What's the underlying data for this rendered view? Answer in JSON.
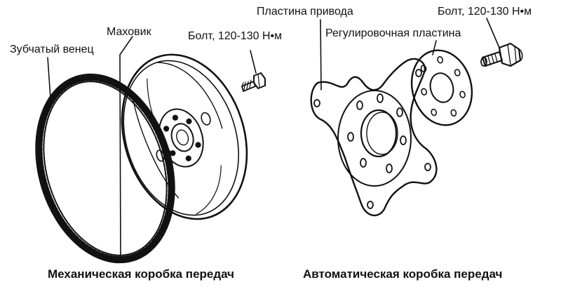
{
  "labels": {
    "ring_gear": "Зубчатый венец",
    "flywheel": "Маховик",
    "bolt_left": "Болт, 120-130 Н•м",
    "drive_plate": "Пластина привода",
    "bolt_right": "Болт, 120-130 Н•м",
    "adjusting_plate": "Регулировочная пластина"
  },
  "captions": {
    "manual": "Механическая коробка передач",
    "automatic": "Автоматическая коробка передач"
  }
}
